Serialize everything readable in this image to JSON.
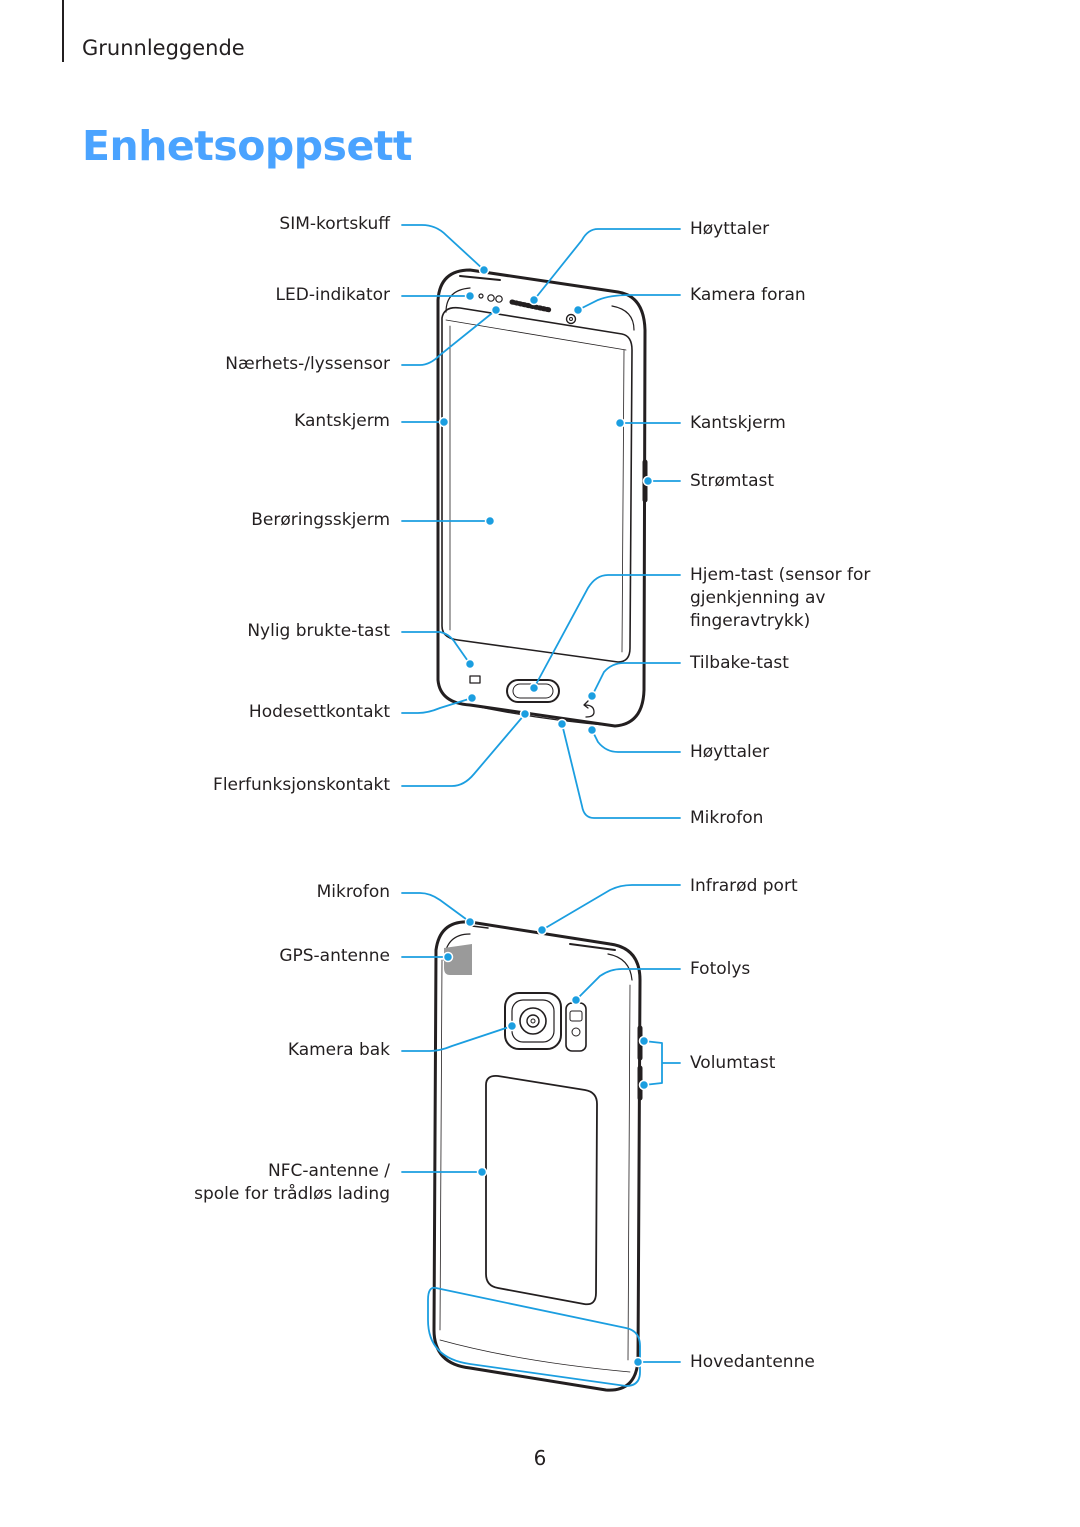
{
  "header": {
    "section": "Grunnleggende",
    "title": "Enhetsoppsett"
  },
  "front_labels": {
    "sim_tray": "SIM-kortskuff",
    "led_indicator": "LED-indikator",
    "proximity_sensor": "Nærhets-/lyssensor",
    "edge_screen_left": "Kantskjerm",
    "touchscreen": "Berøringsskjerm",
    "recent_apps_key": "Nylig brukte-tast",
    "headset_jack": "Hodesettkontakt",
    "multipurpose_jack": "Flerfunksjonskontakt",
    "earpiece": "Høyttaler",
    "front_camera": "Kamera foran",
    "edge_screen_right": "Kantskjerm",
    "power_key": "Strømtast",
    "home_key": [
      "Hjem-tast (sensor for",
      "gjenkjenning av",
      "fingeravtrykk)"
    ],
    "back_key": "Tilbake-tast",
    "speaker": "Høyttaler",
    "microphone_bottom": "Mikrofon"
  },
  "back_labels": {
    "microphone_top": "Mikrofon",
    "gps_antenna": "GPS-antenne",
    "rear_camera": "Kamera bak",
    "nfc_antenna": [
      "NFC-antenne /",
      "spole for trådløs lading"
    ],
    "ir_port": "Infrarød port",
    "flash": "Fotolys",
    "volume_key": "Volumtast",
    "main_antenna": "Hovedantenne"
  },
  "colors": {
    "accent": "#4aa3ff",
    "callout": "#1b9ee0",
    "text": "#231f20"
  },
  "footer": {
    "page_number": "6"
  }
}
